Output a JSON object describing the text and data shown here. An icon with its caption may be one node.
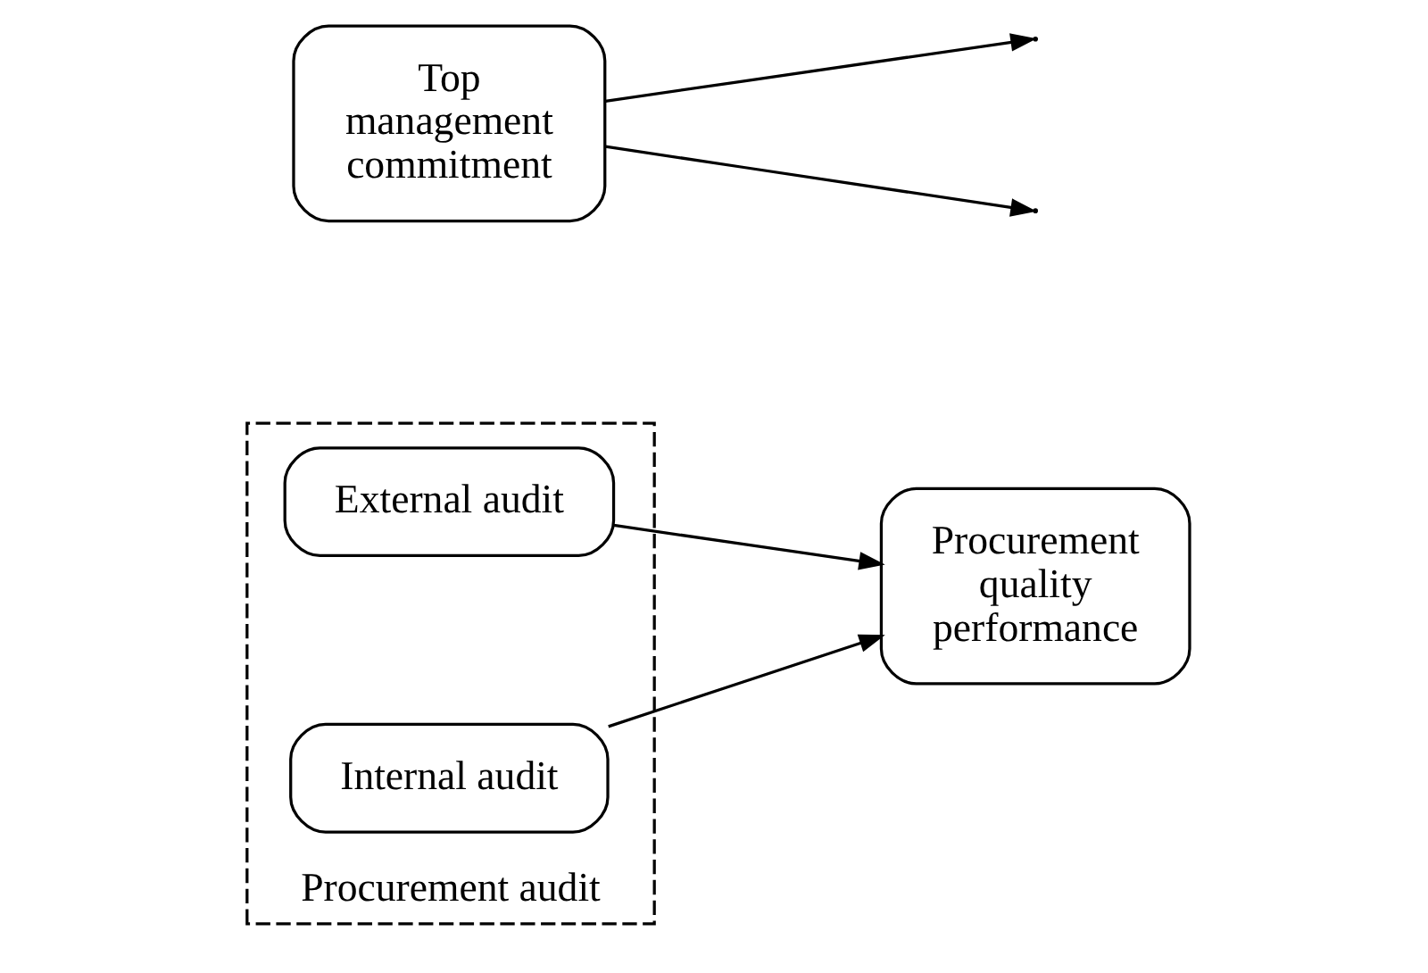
{
  "diagram": {
    "nodes": [
      {
        "text": [
          "Procurement audit"
        ]
      },
      {
        "text": [
          "External audit"
        ],
        "in": 0
      },
      {
        "text": [
          "Internal audit"
        ],
        "in": 0
      },
      {
        "text": [
          "Procurement quality performance"
        ]
      },
      {
        "text": [
          "Top management commitment"
        ]
      }
    ],
    "edges": [
      {
        "from": 1,
        "to": 3,
        "arrow": "to"
      },
      {
        "from": 2,
        "to": 3,
        "arrow": "to"
      },
      {
        "from": 4,
        "to": null,
        "arrow": "to"
      },
      {
        "from": 4,
        "to": null,
        "arrow": "to"
      }
    ]
  }
}
